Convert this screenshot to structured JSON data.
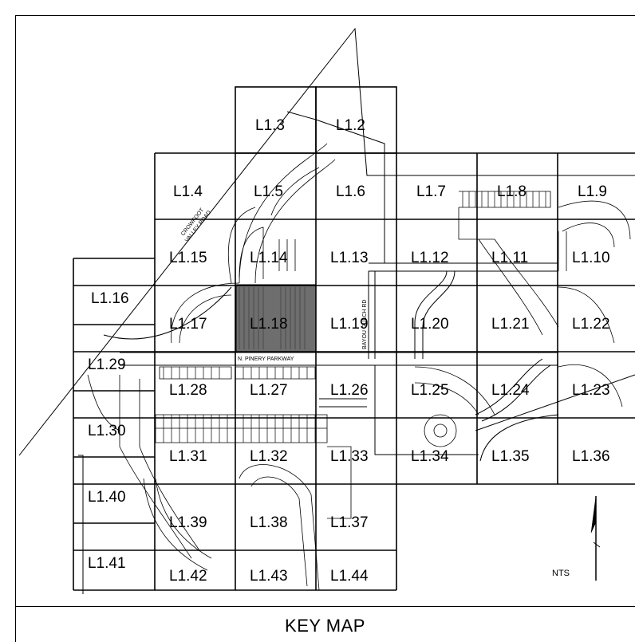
{
  "title": "KEY MAP",
  "scale_note": "NTS",
  "highlight_fill": "#6e6e6e",
  "streets": {
    "crowfoot_line1": "CROWFOOT",
    "crowfoot_line2": "VALLEY ROAD",
    "pinery": "N. PINERY PARKWAY",
    "bayou": "BAYOU GULCH RD"
  },
  "sheets": [
    {
      "id": "L1.3",
      "label": "L1.3"
    },
    {
      "id": "L1.2",
      "label": "L1.2"
    },
    {
      "id": "L1.4",
      "label": "L1.4"
    },
    {
      "id": "L1.5",
      "label": "L1.5"
    },
    {
      "id": "L1.6",
      "label": "L1.6"
    },
    {
      "id": "L1.7",
      "label": "L1.7"
    },
    {
      "id": "L1.8",
      "label": "L1.8"
    },
    {
      "id": "L1.9",
      "label": "L1.9"
    },
    {
      "id": "L1.15",
      "label": "L1.15"
    },
    {
      "id": "L1.14",
      "label": "L1.14"
    },
    {
      "id": "L1.13",
      "label": "L1.13"
    },
    {
      "id": "L1.12",
      "label": "L1.12"
    },
    {
      "id": "L1.11",
      "label": "L1.11"
    },
    {
      "id": "L1.10",
      "label": "L1.10"
    },
    {
      "id": "L1.16",
      "label": "L1.16"
    },
    {
      "id": "L1.17",
      "label": "L1.17"
    },
    {
      "id": "L1.18",
      "label": "L1.18"
    },
    {
      "id": "L1.19",
      "label": "L1.19"
    },
    {
      "id": "L1.20",
      "label": "L1.20"
    },
    {
      "id": "L1.21",
      "label": "L1.21"
    },
    {
      "id": "L1.22",
      "label": "L1.22"
    },
    {
      "id": "L1.29",
      "label": "L1.29"
    },
    {
      "id": "L1.28",
      "label": "L1.28"
    },
    {
      "id": "L1.27",
      "label": "L1.27"
    },
    {
      "id": "L1.26",
      "label": "L1.26"
    },
    {
      "id": "L1.25",
      "label": "L1.25"
    },
    {
      "id": "L1.24",
      "label": "L1.24"
    },
    {
      "id": "L1.23",
      "label": "L1.23"
    },
    {
      "id": "L1.30",
      "label": "L1.30"
    },
    {
      "id": "L1.31",
      "label": "L1.31"
    },
    {
      "id": "L1.32",
      "label": "L1.32"
    },
    {
      "id": "L1.33",
      "label": "L1.33"
    },
    {
      "id": "L1.34",
      "label": "L1.34"
    },
    {
      "id": "L1.35",
      "label": "L1.35"
    },
    {
      "id": "L1.36",
      "label": "L1.36"
    },
    {
      "id": "L1.40",
      "label": "L1.40"
    },
    {
      "id": "L1.39",
      "label": "L1.39"
    },
    {
      "id": "L1.38",
      "label": "L1.38"
    },
    {
      "id": "L1.37",
      "label": "L1.37"
    },
    {
      "id": "L1.41",
      "label": "L1.41"
    },
    {
      "id": "L1.42",
      "label": "L1.42"
    },
    {
      "id": "L1.43",
      "label": "L1.43"
    },
    {
      "id": "L1.44",
      "label": "L1.44"
    }
  ]
}
